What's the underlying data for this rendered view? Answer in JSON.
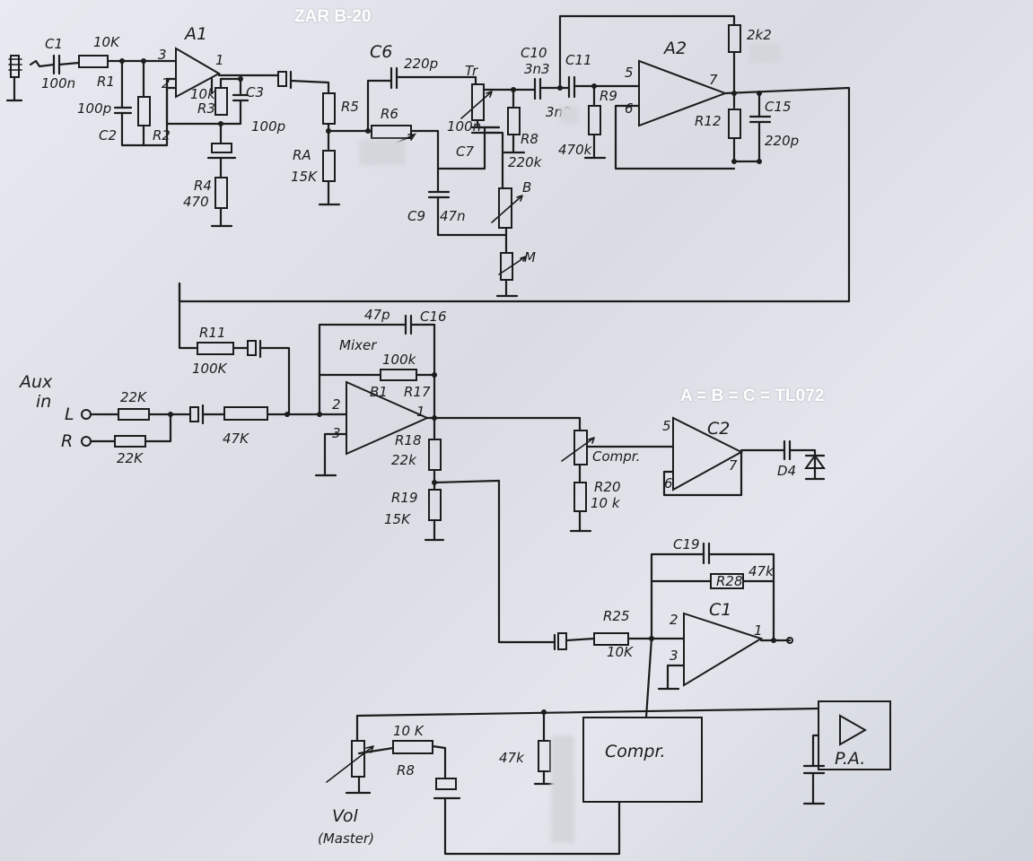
{
  "header": {
    "title": "ZAR B-20"
  },
  "note": "A = B = C = TL072",
  "labels": {
    "C1": "C1",
    "C1_val": "100n",
    "R1": "R1",
    "R1_val": "10K",
    "C2": "C2",
    "C2_val": "100p",
    "R2": "R2",
    "A1": "A1",
    "A1_p3": "3",
    "A1_p2": "2",
    "A1_p1": "1",
    "R3": "R3",
    "R3_val": "10k",
    "C3": "C3",
    "C3_val": "100p",
    "R4": "R4",
    "R4_val": "470",
    "R5": "R5",
    "RA": "RA",
    "RA_val": "15K",
    "R6": "R6",
    "C6": "C6",
    "C6_val": "220p",
    "Tr": "Tr",
    "C7": "C7",
    "C7_val": "100n",
    "C9": "C9",
    "C9_val": "47n",
    "B": "B",
    "M": "M",
    "R8": "R8",
    "R8_val": "220k",
    "C10": "C10",
    "C10_val": "3n3",
    "C11": "C11",
    "C11_val": "3n9",
    "R9": "R9",
    "R9_val": "470k",
    "A2": "A2",
    "A2_p5": "5",
    "A2_p6": "6",
    "A2_p7": "7",
    "R2_2k2": "2k2",
    "R12": "R12",
    "C15": "C15",
    "C15_val": "220p",
    "aux": "Aux",
    "aux_in": "in",
    "aux_L": "L",
    "aux_R": "R",
    "R_L_val": "22K",
    "R_R_val": "22K",
    "R_47k": "47K",
    "R11": "R11",
    "R11_val": "100K",
    "C16_val": "47p",
    "C16": "C16",
    "mixer": "Mixer",
    "R17_val": "100k",
    "R17": "R17",
    "B1": "B1",
    "B1_p2": "2",
    "B1_p3": "3",
    "B1_p1": "1",
    "R18": "R18",
    "R18_val": "22k",
    "R19": "R19",
    "R19_val": "15K",
    "compr": "Compr.",
    "R20": "R20",
    "R20_val": "10 k",
    "C2_op": "C2",
    "C2_p5": "5",
    "C2_p6": "6",
    "C2_p7": "7",
    "D4": "D4",
    "C19": "C19",
    "R28": "R28",
    "R28_val": "47k",
    "R25": "R25",
    "R25_val": "10K",
    "C1_op": "C1",
    "C1_p2": "2",
    "C1_p3": "3",
    "C1_p1": "1",
    "R8b": "R8",
    "R8b_val": "10 K",
    "R_47k_b": "47k",
    "compr_box": "Compr.",
    "pa": "P.A.",
    "vol": "Vol",
    "master": "(Master)"
  }
}
